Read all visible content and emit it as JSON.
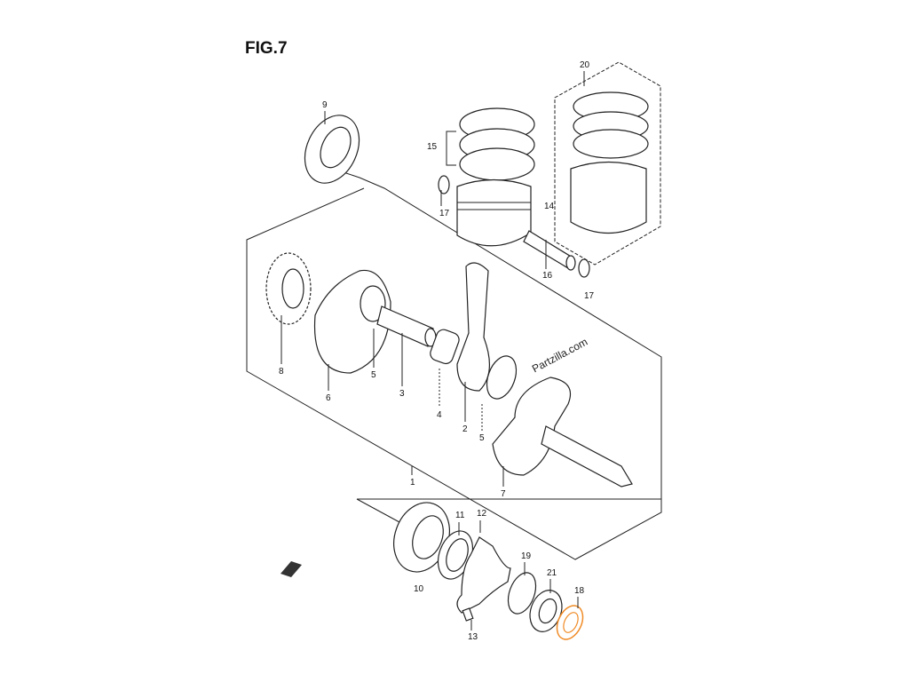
{
  "figure": {
    "title": "FIG.7",
    "watermark": "Partzilla.com"
  },
  "highlight_color": "#f08a24",
  "callouts": [
    "1",
    "2",
    "3",
    "4",
    "5",
    "5",
    "6",
    "7",
    "8",
    "9",
    "10",
    "11",
    "12",
    "13",
    "14",
    "15",
    "16",
    "17",
    "17",
    "18",
    "19",
    "20",
    "21"
  ],
  "highlighted_part": "18"
}
